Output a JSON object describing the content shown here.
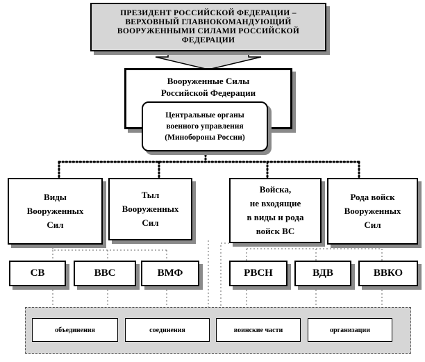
{
  "president": "ПРЕЗИДЕНТ РОССИЙСКОЙ ФЕДЕРАЦИИ –\nВЕРХОВНЫЙ ГЛАВНОКОМАНДУЮЩИЙ\nВООРУЖЕННЫМИ СИЛАМИ РОССИЙСКОЙ\nФЕДЕРАЦИИ",
  "armed_forces": "Вооруженные Силы\nРоссийской Федерации",
  "central_bodies": "Центральные органы\nвоенного управления\n(Минобороны России)",
  "categories": [
    "Виды\nВооруженных\nСил",
    "Тыл\nВооруженных\nСил",
    "Войска,\nне входящие\nв виды и рода\nвойск ВС",
    "Рода войск\nВооруженных\nСил"
  ],
  "services": [
    "СВ",
    "ВВС",
    "ВМФ",
    "РВСН",
    "ВДВ",
    "ВВКО"
  ],
  "units": [
    "объединения",
    "соединения",
    "воинские части",
    "организации"
  ]
}
